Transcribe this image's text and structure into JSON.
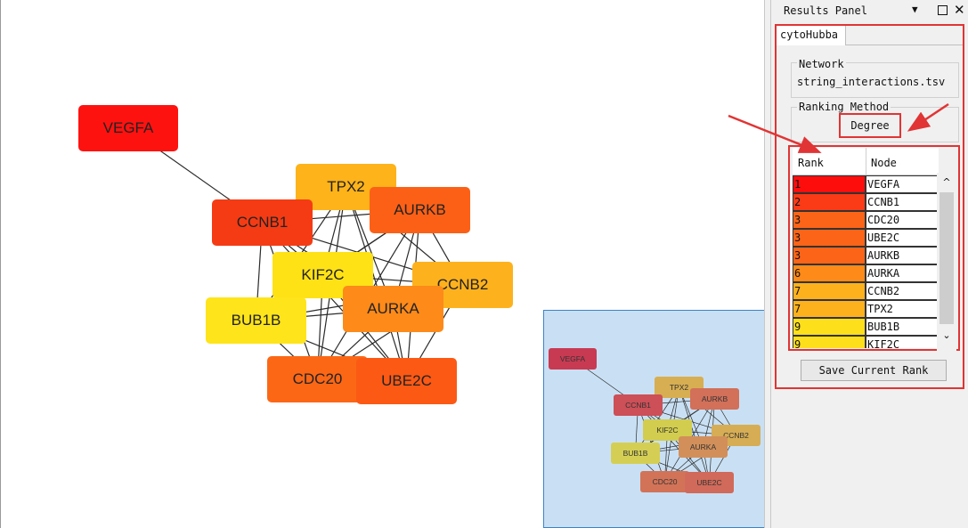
{
  "network": {
    "nodes": [
      {
        "id": "VEGFA",
        "label": "VEGFA",
        "color": "#fe1210"
      },
      {
        "id": "TPX2",
        "label": "TPX2",
        "color": "#fdb319"
      },
      {
        "id": "AURKB",
        "label": "AURKB",
        "color": "#fc6016"
      },
      {
        "id": "CCNB1",
        "label": "CCNB1",
        "color": "#f53b14"
      },
      {
        "id": "KIF2C",
        "label": "KIF2C",
        "color": "#fee216"
      },
      {
        "id": "CCNB2",
        "label": "CCNB2",
        "color": "#fdb21d"
      },
      {
        "id": "AURKA",
        "label": "AURKA",
        "color": "#fd8a19"
      },
      {
        "id": "BUB1B",
        "label": "BUB1B",
        "color": "#fee41a"
      },
      {
        "id": "CDC20",
        "label": "CDC20",
        "color": "#fc6716"
      },
      {
        "id": "UBE2C",
        "label": "UBE2C",
        "color": "#fc5915"
      }
    ]
  },
  "overview": {
    "nodes": [
      {
        "id": "VEGFA",
        "label": "VEGFA",
        "color": "#c83a52"
      },
      {
        "id": "TPX2",
        "label": "TPX2",
        "color": "#d7ae52"
      },
      {
        "id": "AURKB",
        "label": "AURKB",
        "color": "#d27059"
      },
      {
        "id": "CCNB1",
        "label": "CCNB1",
        "color": "#cd4f57"
      },
      {
        "id": "KIF2C",
        "label": "KIF2C",
        "color": "#d2cd4f"
      },
      {
        "id": "CCNB2",
        "label": "CCNB2",
        "color": "#d6ad54"
      },
      {
        "id": "AURKA",
        "label": "AURKA",
        "color": "#d28f5a"
      },
      {
        "id": "BUB1B",
        "label": "BUB1B",
        "color": "#d4cf54"
      },
      {
        "id": "CDC20",
        "label": "CDC20",
        "color": "#d27358"
      },
      {
        "id": "UBE2C",
        "label": "UBE2C",
        "color": "#d16a5a"
      }
    ]
  },
  "results_panel": {
    "title": "Results Panel",
    "tab_label": "cytoHubba",
    "network_label": "Network",
    "network_value": "string_interactions.tsv",
    "ranking_label": "Ranking Method",
    "ranking_value": "Degree",
    "table": {
      "columns": [
        "Rank",
        "Node"
      ],
      "rows": [
        {
          "rank": "1",
          "node": "VEGFA",
          "color": "#fe0d0d"
        },
        {
          "rank": "2",
          "node": "CCNB1",
          "color": "#fb3a16"
        },
        {
          "rank": "3",
          "node": "CDC20",
          "color": "#fc6417"
        },
        {
          "rank": "3",
          "node": "UBE2C",
          "color": "#fc6417"
        },
        {
          "rank": "3",
          "node": "AURKB",
          "color": "#fc6417"
        },
        {
          "rank": "6",
          "node": "AURKA",
          "color": "#fd8a19"
        },
        {
          "rank": "7",
          "node": "CCNB2",
          "color": "#fdb11c"
        },
        {
          "rank": "7",
          "node": "TPX2",
          "color": "#fdb11c"
        },
        {
          "rank": "9",
          "node": "BUB1B",
          "color": "#fedf1b"
        },
        {
          "rank": "9",
          "node": "KIF2C",
          "color": "#fedf1b"
        }
      ]
    },
    "save_label": "Save Current Rank"
  },
  "colors": {
    "annotation": "#e13434",
    "overview_bg": "#c9e0f4"
  }
}
